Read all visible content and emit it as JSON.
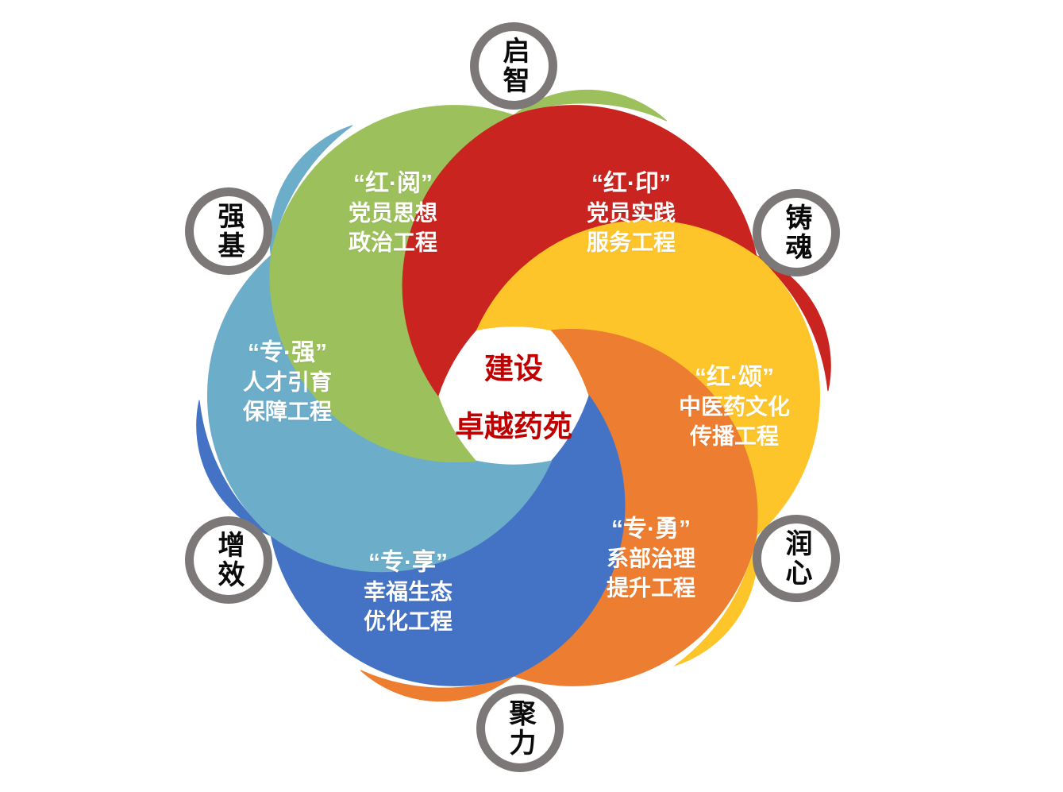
{
  "diagram": {
    "center": {
      "line1": "建设",
      "line2": "卓越药苑",
      "text_color": "#C00000"
    },
    "ring_color": "#7C7877",
    "badges": [
      {
        "id": "qizhi",
        "label": "启智"
      },
      {
        "id": "zhuhun",
        "label": "铸魂"
      },
      {
        "id": "runxin",
        "label": "润心"
      },
      {
        "id": "juli",
        "label": "聚力"
      },
      {
        "id": "zengxiao",
        "label": "增效"
      },
      {
        "id": "qiangji",
        "label": "强基"
      }
    ],
    "petals": [
      {
        "id": "green",
        "color": "#9CC05C",
        "quote": "“红·阅”",
        "line2": "党员思想",
        "line3": "政治工程"
      },
      {
        "id": "red",
        "color": "#C9241F",
        "quote": "“红·印”",
        "line2": "党员实践",
        "line3": "服务工程"
      },
      {
        "id": "yellow",
        "color": "#FEC52B",
        "quote": "“红·颂”",
        "line2": "中医药文化",
        "line3": "传播工程"
      },
      {
        "id": "orange",
        "color": "#ED7D31",
        "quote": "“专·勇”",
        "line2": "系部治理",
        "line3": "提升工程"
      },
      {
        "id": "blue",
        "color": "#4472C4",
        "quote": "“专·享”",
        "line2": "幸福生态",
        "line3": "优化工程"
      },
      {
        "id": "teal",
        "color": "#6CADC9",
        "quote": "“专·强”",
        "line2": "人才引育",
        "line3": "保障工程"
      }
    ]
  }
}
